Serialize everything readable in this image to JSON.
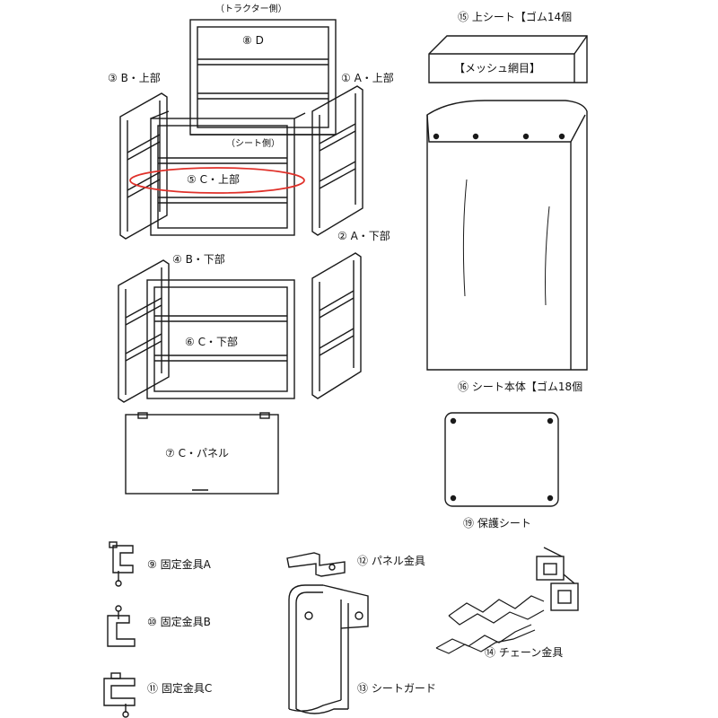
{
  "labels": {
    "tractor_side": "（トラクター側）",
    "seat_side": "（シート側）",
    "part_8": "⑧ D",
    "part_3": "③ B・上部",
    "part_1": "① A・上部",
    "part_5": "⑤ C・上部",
    "part_2": "② A・下部",
    "part_4": "④ B・下部",
    "part_6": "⑥ C・下部",
    "part_7": "⑦ C・パネル",
    "part_15": "⑮ 上シート【ゴム14個",
    "mesh_note": "【メッシュ網目】",
    "part_16": "⑯ シート本体【ゴム18個",
    "part_19": "⑲ 保護シート",
    "part_9": "⑨ 固定金具A",
    "part_10": "⑩ 固定金具B",
    "part_11": "⑪ 固定金具C",
    "part_12": "⑫ パネル金具",
    "part_13": "⑬ シートガード",
    "part_14": "⑭ チェーン金具"
  },
  "highlight": {
    "target": "part_5",
    "color": "#e0312a"
  },
  "colors": {
    "line": "#1a1a1a",
    "background": "#ffffff"
  }
}
